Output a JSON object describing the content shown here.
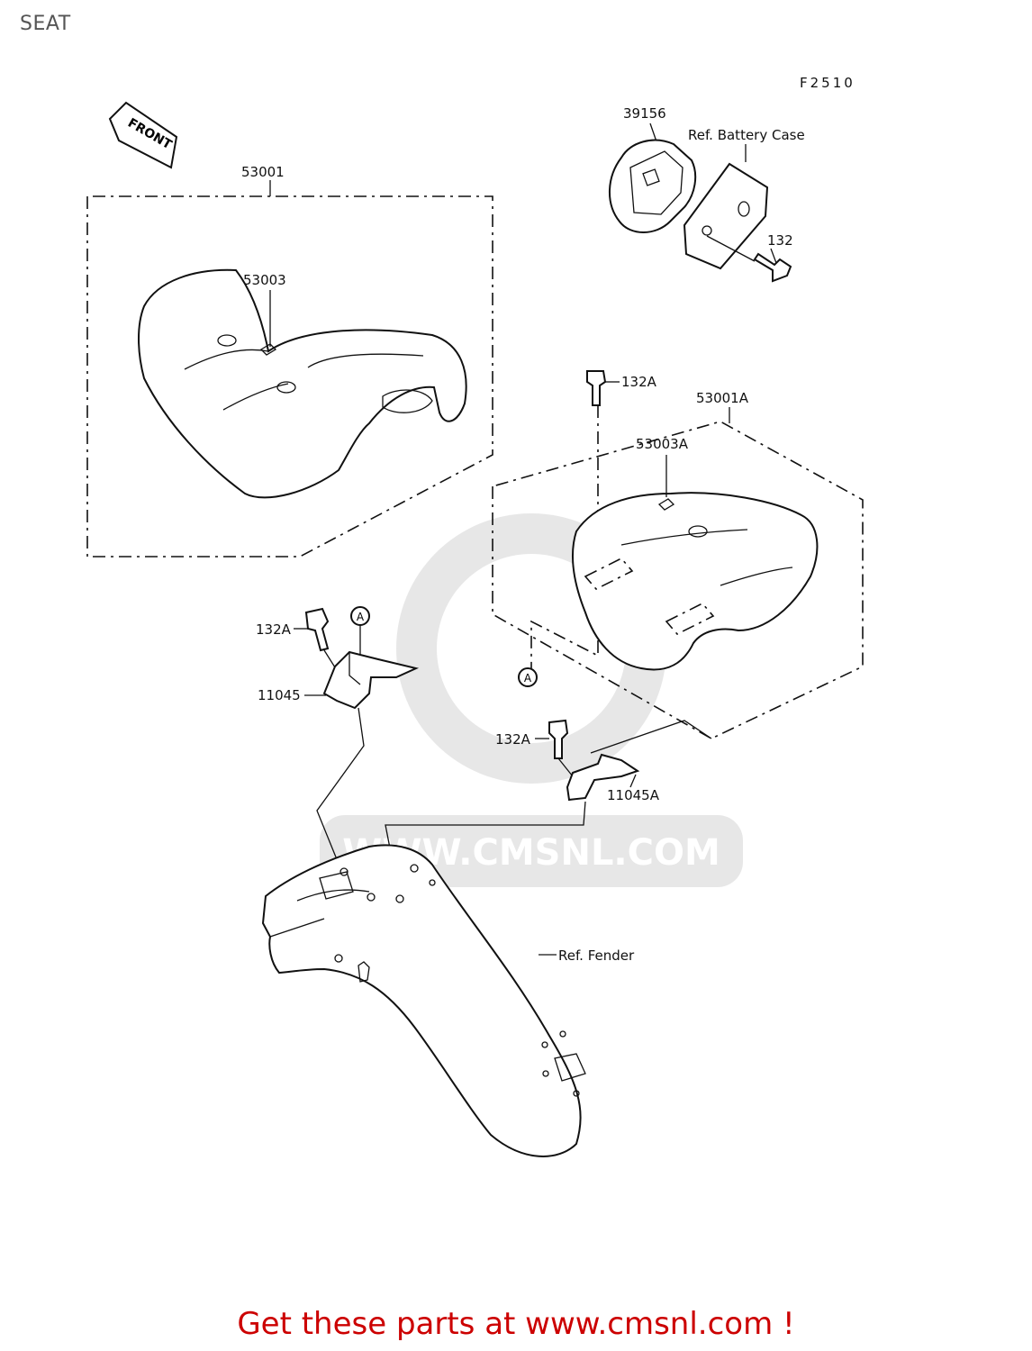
{
  "page": {
    "title": "SEAT"
  },
  "diagram": {
    "figure_code": "F2510",
    "front_label": "FRONT",
    "callout_a": "A",
    "labels": {
      "p53001": "53001",
      "p53003": "53003",
      "p39156": "39156",
      "battery": "Ref. Battery Case",
      "p132": "132",
      "p132a_top": "132A",
      "p53001a": "53001A",
      "p53003a": "53003A",
      "p132a_left": "132A",
      "p11045": "11045",
      "p132a_mid": "132A",
      "p11045a": "11045A",
      "fender": "Ref. Fender"
    },
    "watermark": "WWW.CMSNL.COM"
  },
  "footer": {
    "link_text": "Get these parts at www.cmsnl.com !",
    "color": "#cc0000"
  }
}
